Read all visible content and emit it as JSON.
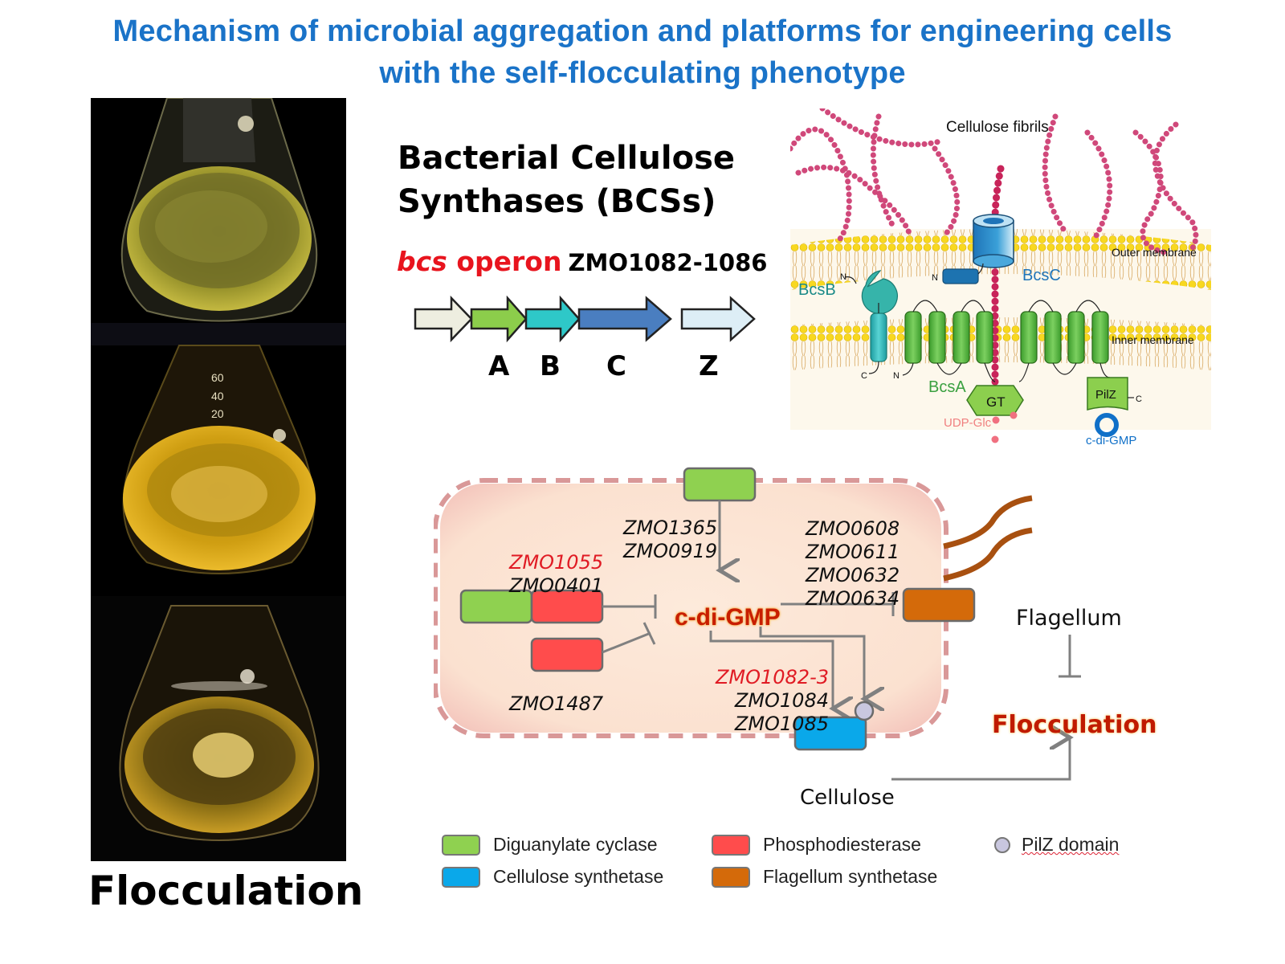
{
  "title": {
    "line1": "Mechanism of microbial aggregation and platforms for engineering cells",
    "line2": "with the self-flocculating phenotype",
    "color": "#1a73c8"
  },
  "photos": {
    "flasks": [
      {
        "label": "flask-non-flocculating",
        "liquid_color": "#b4a92c"
      },
      {
        "label": "flask-partial-flocculating",
        "liquid_color": "#d8a615",
        "graduations": [
          "60",
          "40",
          "20"
        ]
      },
      {
        "label": "flask-flocculating",
        "liquid_color": "#c79a1c"
      }
    ],
    "caption": "Flocculation"
  },
  "bcs": {
    "title_line1": "Bacterial Cellulose",
    "title_line2": "Synthases (BCSs)",
    "operon_italic": "bcs",
    "operon_word": " operon",
    "operon_id": "ZMO1082-1086",
    "genes": [
      {
        "label": "",
        "color": "#eeeee0"
      },
      {
        "label": "A",
        "color": "#8ccd4b"
      },
      {
        "label": "B",
        "color": "#2ec8c8"
      },
      {
        "label": "C",
        "color": "#4a7ec0"
      },
      {
        "label": "Z",
        "color": "#ddeef6"
      }
    ]
  },
  "membrane": {
    "fibrils_label": "Cellulose fibrils",
    "outer_label": "Outer membrane",
    "inner_label": "Inner membrane",
    "bcsa": "BcsA",
    "bcsb": "BcsB",
    "bcsc": "BcsC",
    "gt": "GT",
    "pilz": "PilZ",
    "udp": "UDP-Glc",
    "cdigmp": "c-di-GMP",
    "n": "N",
    "c": "C"
  },
  "pathway": {
    "dgc_top_genes": [
      "ZMO1365",
      "ZMO0919"
    ],
    "dual_genes": [
      {
        "text": "ZMO1055",
        "red": true
      },
      {
        "text": "ZMO0401",
        "red": false
      }
    ],
    "pde_gene": "ZMO1487",
    "flagellum_genes": [
      "ZMO0608",
      "ZMO0611",
      "ZMO0632",
      "ZMO0634"
    ],
    "cellulose_genes": [
      {
        "text": "ZMO1082-3",
        "red": true
      },
      {
        "text": "ZMO1084",
        "red": false
      },
      {
        "text": "ZMO1085",
        "red": false
      }
    ],
    "cdigmp": "c-di-GMP",
    "flagellum": "Flagellum",
    "flocculation": "Flocculation",
    "cellulose": "Cellulose"
  },
  "legend": {
    "items": [
      {
        "label": "Diguanylate cyclase",
        "color": "#8fd150"
      },
      {
        "label": "Phosphodiesterase",
        "color": "#ff4c4c"
      },
      {
        "label": "PilZ domain",
        "color": "#c9c7df"
      },
      {
        "label": "Cellulose synthetase",
        "color": "#0aa8ea"
      },
      {
        "label": "Flagellum synthetase",
        "color": "#d46a0a"
      }
    ]
  }
}
